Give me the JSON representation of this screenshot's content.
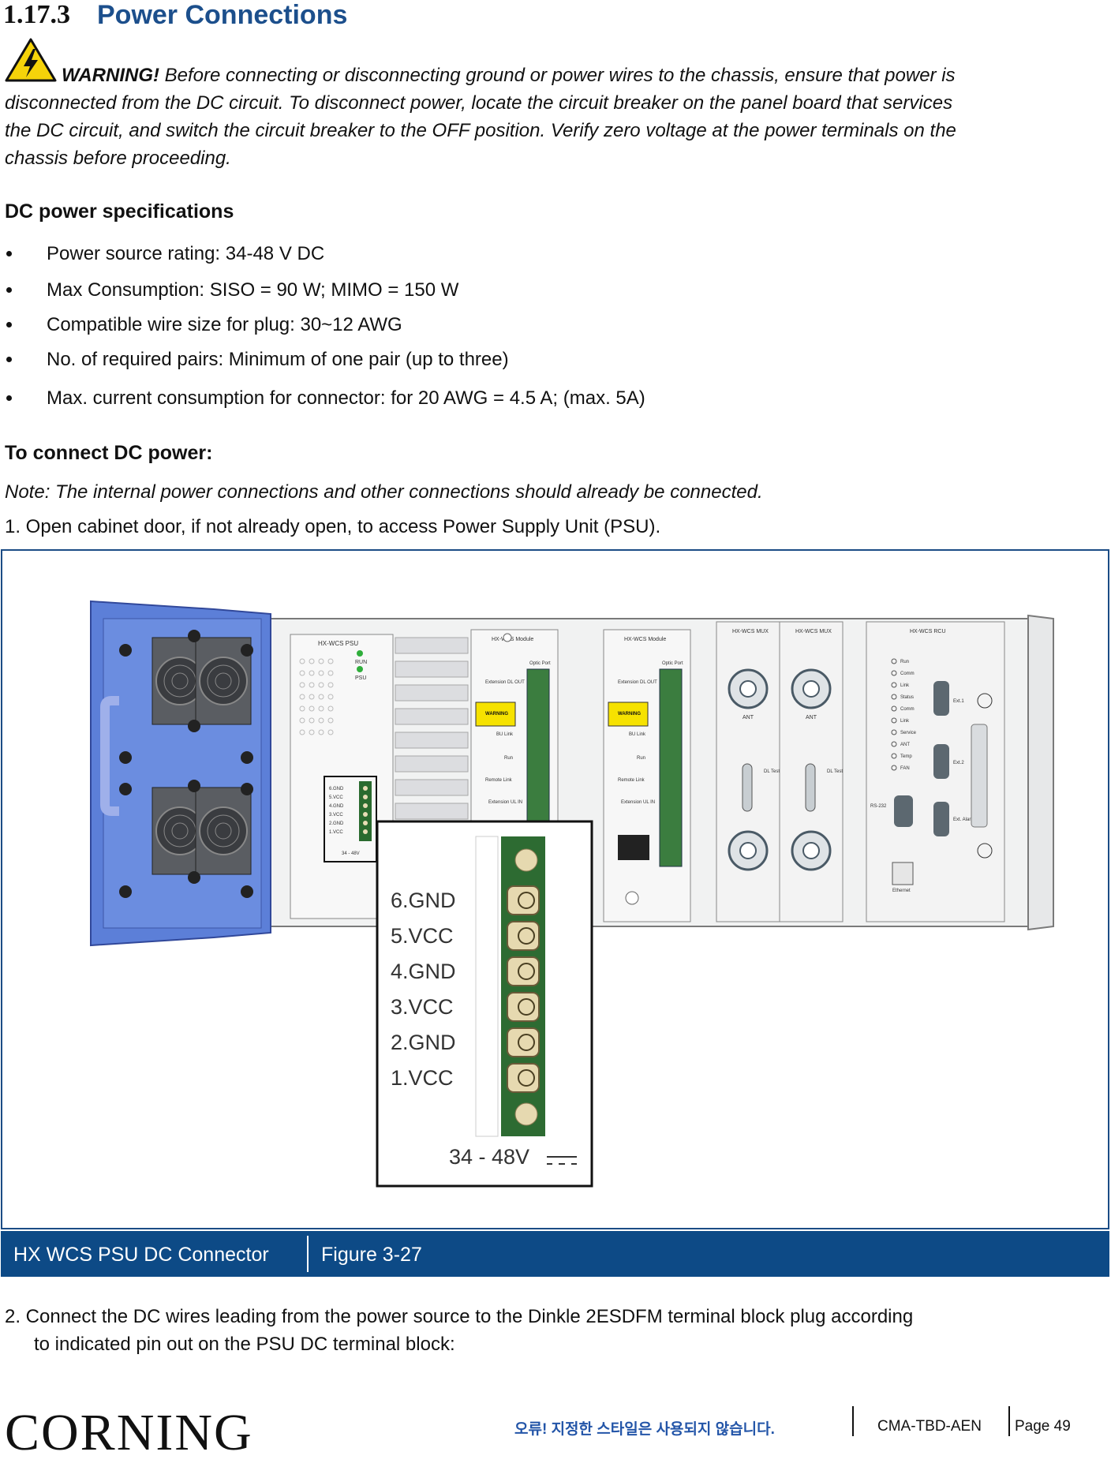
{
  "section": {
    "number": "1.17.3",
    "title": "Power Connections"
  },
  "warning": {
    "label": "WARNING!",
    "line1": " Before connecting or disconnecting ground or power wires to the chassis, ensure that power is",
    "line2": "disconnected from the DC circuit. To disconnect power, locate the circuit breaker on the panel board that services",
    "line3": "the DC circuit, and switch the circuit breaker to the OFF position. Verify zero voltage at the power terminals on the",
    "line4": "chassis before proceeding."
  },
  "specs": {
    "heading": "DC power specifications",
    "items": [
      "Power source rating: 34-48 V DC",
      "Max Consumption: SISO = 90 W; MIMO = 150 W",
      "Compatible wire size for plug: 30~12 AWG",
      "No. of required pairs: Minimum of one pair (up to three)",
      "Max. current consumption for connector: for 20 AWG =  4.5 A;  (max. 5A)"
    ]
  },
  "procedure": {
    "heading": "To connect DC power:",
    "note": "Note: The internal power connections and other connections should already be connected.",
    "step1": "1.  Open cabinet door, if not already open, to access Power Supply Unit (PSU).",
    "step2_line1": "2.  Connect the DC wires leading from the power source to the Dinkle 2ESDFM terminal block plug according",
    "step2_line2": "to indicated pin out on the PSU DC terminal block:"
  },
  "figure": {
    "caption_left": "HX WCS PSU DC Connector",
    "caption_right": "Figure 3-27",
    "pins": [
      "6.GND",
      "5.VCC",
      "4.GND",
      "3.VCC",
      "2.GND",
      "1.VCC"
    ],
    "voltage": "34  -  48V",
    "small_pins": [
      "6.GND",
      "5.VCC",
      "4.GND",
      "3.VCC",
      "2.GND",
      "1.VCC"
    ],
    "small_voltage": "34 - 48V",
    "modules": {
      "psu": "HX-WCS PSU",
      "module": "HX-WCS Module",
      "mux": "HX-WCS MUX",
      "rcu": "HX-WCS RCU",
      "ant": "ANT",
      "run": "RUN",
      "psu_led": "PSU",
      "extension_dl": "Extension DL OUT",
      "optic": "Optic Port",
      "bu_link": "BU Link",
      "run_led": "Run",
      "remote_link": "Remote Link",
      "extension_ul": "Extension UL IN",
      "warning": "WARNING",
      "dl_test": "DL Test",
      "rs232": "RS-232",
      "ethernet": "Ethernet",
      "ext1": "Ext.1",
      "ext2": "Ext.2",
      "ext_alarm": "Ext. Alarm",
      "rcu_labels": [
        "Run",
        "Comm",
        "Link",
        "Status",
        "Comm",
        "Link",
        "Service",
        "ANT",
        "Temp",
        "FAN"
      ]
    }
  },
  "footer": {
    "logo": "CORNING",
    "error_text": "오류! 지정한 스타일은 사용되지 않습니다.",
    "doc_id": "CMA-TBD-AEN",
    "page": "Page 49"
  }
}
